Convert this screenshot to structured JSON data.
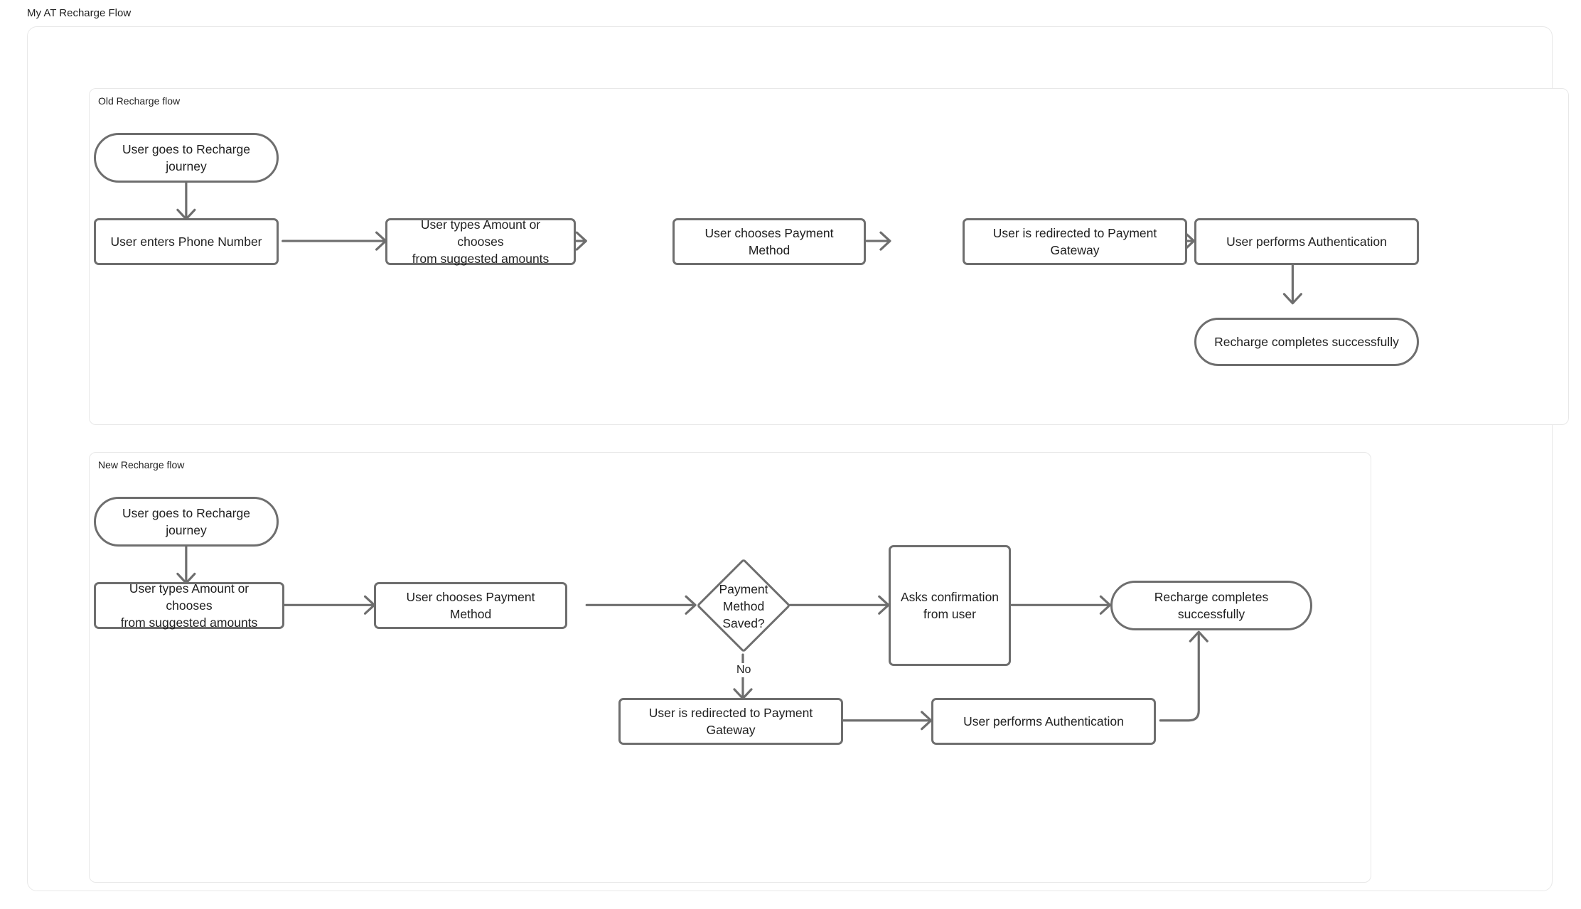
{
  "page": {
    "title": "My AT Recharge Flow"
  },
  "colors": {
    "node_border": "#6e6e6e",
    "panel_border": "#e8e8e8",
    "edge_stroke": "#6e6e6e",
    "text": "#1f1f1f",
    "background": "#ffffff"
  },
  "chart_data": {
    "type": "diagram",
    "diagram_kind": "flowchart",
    "title": "My AT Recharge Flow",
    "subgraphs": [
      {
        "id": "old",
        "label": "Old Recharge flow",
        "nodes": [
          {
            "id": "old_start",
            "shape": "stadium",
            "text": "User goes to Recharge journey"
          },
          {
            "id": "old_phone",
            "shape": "rect",
            "text": "User enters Phone Number"
          },
          {
            "id": "old_amount",
            "shape": "rect",
            "text": "User types Amount or chooses from suggested amounts"
          },
          {
            "id": "old_paymethod",
            "shape": "rect",
            "text": "User chooses Payment Method"
          },
          {
            "id": "old_gateway",
            "shape": "rect",
            "text": "User is redirected to Payment Gateway"
          },
          {
            "id": "old_auth",
            "shape": "rect",
            "text": "User performs Authentication"
          },
          {
            "id": "old_done",
            "shape": "stadium",
            "text": "Recharge completes successfully"
          }
        ],
        "edges": [
          {
            "from": "old_start",
            "to": "old_phone",
            "label": ""
          },
          {
            "from": "old_phone",
            "to": "old_amount",
            "label": ""
          },
          {
            "from": "old_amount",
            "to": "old_paymethod",
            "label": ""
          },
          {
            "from": "old_paymethod",
            "to": "old_gateway",
            "label": ""
          },
          {
            "from": "old_gateway",
            "to": "old_auth",
            "label": ""
          },
          {
            "from": "old_auth",
            "to": "old_done",
            "label": ""
          }
        ]
      },
      {
        "id": "new",
        "label": "New Recharge flow",
        "nodes": [
          {
            "id": "new_start",
            "shape": "stadium",
            "text": "User goes to Recharge journey"
          },
          {
            "id": "new_amount",
            "shape": "rect",
            "text": "User types Amount or chooses from suggested amounts"
          },
          {
            "id": "new_paymethod",
            "shape": "rect",
            "text": "User chooses Payment Method"
          },
          {
            "id": "new_decision",
            "shape": "diamond",
            "text": "Payment Method Saved?"
          },
          {
            "id": "new_confirm",
            "shape": "rect",
            "text": "Asks confirmation from user"
          },
          {
            "id": "new_done",
            "shape": "stadium",
            "text": "Recharge completes successfully"
          },
          {
            "id": "new_gateway",
            "shape": "rect",
            "text": "User is redirected to Payment Gateway"
          },
          {
            "id": "new_auth",
            "shape": "rect",
            "text": "User performs Authentication"
          }
        ],
        "edges": [
          {
            "from": "new_start",
            "to": "new_amount",
            "label": ""
          },
          {
            "from": "new_amount",
            "to": "new_paymethod",
            "label": ""
          },
          {
            "from": "new_paymethod",
            "to": "new_decision",
            "label": ""
          },
          {
            "from": "new_decision",
            "to": "new_confirm",
            "label": ""
          },
          {
            "from": "new_confirm",
            "to": "new_done",
            "label": ""
          },
          {
            "from": "new_decision",
            "to": "new_gateway",
            "label": "No"
          },
          {
            "from": "new_gateway",
            "to": "new_auth",
            "label": ""
          },
          {
            "from": "new_auth",
            "to": "new_done",
            "label": ""
          }
        ]
      }
    ]
  },
  "old_flow": {
    "label": "Old Recharge flow",
    "nodes": {
      "start": "User goes to Recharge journey",
      "phone": "User enters Phone Number",
      "amount_line1": "User types Amount or chooses",
      "amount_line2": "from suggested amounts",
      "paymethod": "User chooses Payment Method",
      "gateway": "User is redirected to Payment Gateway",
      "auth": "User performs Authentication",
      "done": "Recharge completes successfully"
    }
  },
  "new_flow": {
    "label": "New Recharge flow",
    "nodes": {
      "start": "User goes to Recharge journey",
      "amount_line1": "User types Amount or chooses",
      "amount_line2": "from suggested amounts",
      "paymethod": "User chooses Payment Method",
      "decision_line1": "Payment",
      "decision_line2": "Method",
      "decision_line3": "Saved?",
      "confirm_line1": "Asks confirmation",
      "confirm_line2": "from user",
      "done": "Recharge completes successfully",
      "gateway": "User is redirected to Payment Gateway",
      "auth": "User performs Authentication"
    },
    "edge_labels": {
      "no": "No"
    }
  }
}
